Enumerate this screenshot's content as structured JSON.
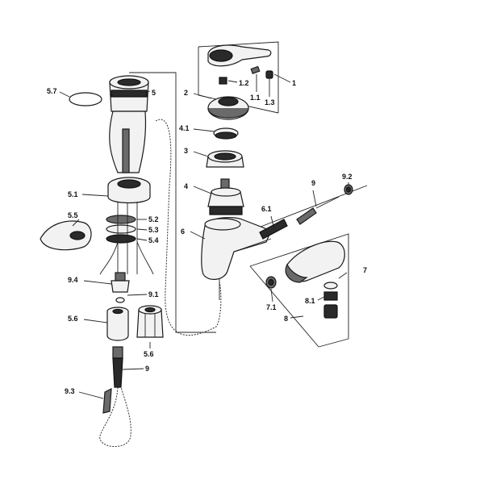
{
  "labels": {
    "l1": "1",
    "l1_1": "1.1",
    "l1_2": "1.2",
    "l1_3": "1.3",
    "l2": "2",
    "l3": "3",
    "l4": "4",
    "l4_1": "4.1",
    "l5": "5",
    "l5_1": "5.1",
    "l5_2": "5.2",
    "l5_3": "5.3",
    "l5_4": "5.4",
    "l5_5": "5.5",
    "l5_6a": "5.6",
    "l5_6b": "5.6",
    "l5_7": "5.7",
    "l6": "6",
    "l6_1": "6.1",
    "l7": "7",
    "l7_1": "7.1",
    "l8": "8",
    "l8_1": "8.1",
    "l9a": "9",
    "l9b": "9",
    "l9_1": "9.1",
    "l9_2": "9.2",
    "l9_3": "9.3",
    "l9_4": "9.4"
  }
}
